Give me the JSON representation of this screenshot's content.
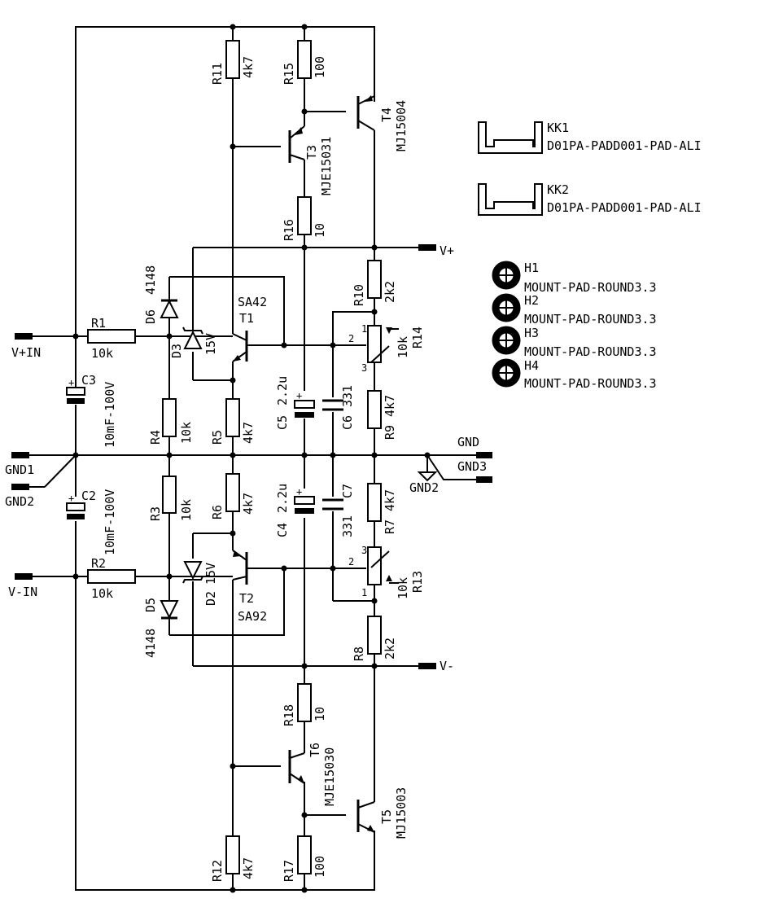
{
  "ports": {
    "vpin": "V+IN",
    "vmin": "V-IN",
    "gnd1": "GND1",
    "gnd2": "GND2",
    "gnd": "GND",
    "gnd3": "GND3",
    "gnd2_sym": "GND2",
    "vplus": "V+",
    "vminus": "V-"
  },
  "components": {
    "r1": {
      "ref": "R1",
      "val": "10k"
    },
    "r2": {
      "ref": "R2",
      "val": "10k"
    },
    "r3": {
      "ref": "R3",
      "val": "10k"
    },
    "r4": {
      "ref": "R4",
      "val": "10k"
    },
    "r5": {
      "ref": "R5",
      "val": "4k7"
    },
    "r6": {
      "ref": "R6",
      "val": "4k7"
    },
    "r7": {
      "ref": "R7",
      "val": "4k7"
    },
    "r8": {
      "ref": "R8",
      "val": "2k2"
    },
    "r9": {
      "ref": "R9",
      "val": "4k7"
    },
    "r10": {
      "ref": "R10",
      "val": "2k2"
    },
    "r11": {
      "ref": "R11",
      "val": "4k7"
    },
    "r12": {
      "ref": "R12",
      "val": "4k7"
    },
    "r13": {
      "ref": "R13",
      "val": "10k"
    },
    "r14": {
      "ref": "R14",
      "val": "10k"
    },
    "r15": {
      "ref": "R15",
      "val": "100"
    },
    "r16": {
      "ref": "R16",
      "val": "10"
    },
    "r17": {
      "ref": "R17",
      "val": "100"
    },
    "r18": {
      "ref": "R18",
      "val": "10"
    },
    "c2": {
      "ref": "C2",
      "val": "10mF-100V"
    },
    "c3": {
      "ref": "C3",
      "val": "10mF-100V"
    },
    "c4": {
      "ref": "C4",
      "val": "2.2u"
    },
    "c5": {
      "ref": "C5",
      "val": "2.2u"
    },
    "c6": {
      "ref": "C6",
      "val": "331"
    },
    "c7": {
      "ref": "C7",
      "val": "331"
    },
    "d2": {
      "ref": "D2",
      "val": "15V"
    },
    "d3": {
      "ref": "D3",
      "val": "15V"
    },
    "d5": {
      "ref": "D5",
      "val": "4148"
    },
    "d6": {
      "ref": "D6",
      "val": "4148"
    },
    "t1": {
      "ref": "T1",
      "val": "SA42"
    },
    "t2": {
      "ref": "T2",
      "val": "SA92"
    },
    "t3": {
      "ref": "T3",
      "val": "MJE15031"
    },
    "t4": {
      "ref": "T4",
      "val": "MJ15004"
    },
    "t5": {
      "ref": "T5",
      "val": "MJ15003"
    },
    "t6": {
      "ref": "T6",
      "val": "MJE15030"
    },
    "kk1": {
      "ref": "KK1",
      "val": "D01PA-PADD001-PAD-ALI"
    },
    "kk2": {
      "ref": "KK2",
      "val": "D01PA-PADD001-PAD-ALI"
    },
    "h1": {
      "ref": "H1",
      "val": "MOUNT-PAD-ROUND3.3"
    },
    "h2": {
      "ref": "H2",
      "val": "MOUNT-PAD-ROUND3.3"
    },
    "h3": {
      "ref": "H3",
      "val": "MOUNT-PAD-ROUND3.3"
    },
    "h4": {
      "ref": "H4",
      "val": "MOUNT-PAD-ROUND3.3"
    }
  },
  "pins": {
    "one": "1",
    "two": "2",
    "three": "3"
  },
  "polarity": "+"
}
